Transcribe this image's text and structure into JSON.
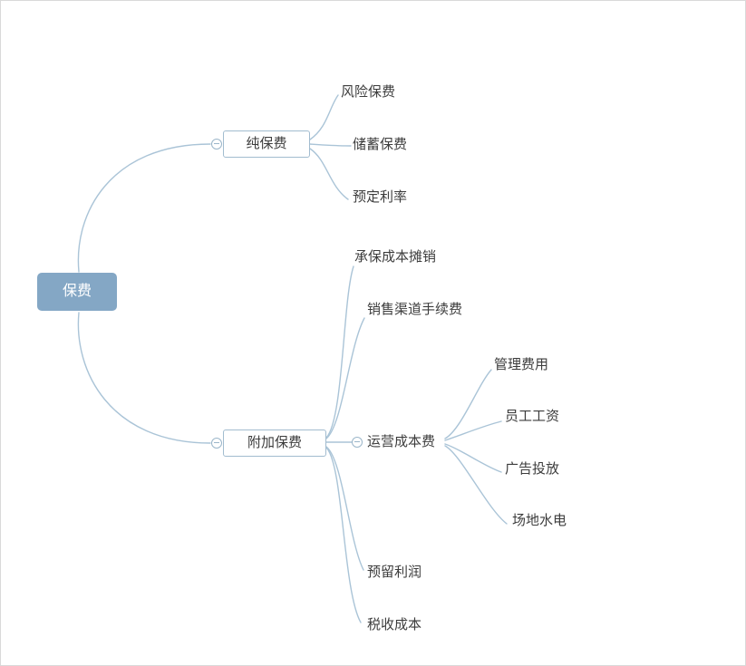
{
  "mindmap": {
    "root": {
      "label": "保费"
    },
    "branches": [
      {
        "label": "纯保费",
        "children": [
          {
            "label": "风险保费"
          },
          {
            "label": "储蓄保费"
          },
          {
            "label": "预定利率"
          }
        ]
      },
      {
        "label": "附加保费",
        "children": [
          {
            "label": "承保成本摊销"
          },
          {
            "label": "销售渠道手续费"
          },
          {
            "label": "运营成本费",
            "children": [
              {
                "label": "管理费用"
              },
              {
                "label": "员工工资"
              },
              {
                "label": "广告投放"
              },
              {
                "label": "场地水电"
              }
            ]
          },
          {
            "label": "预留利润"
          },
          {
            "label": "税收成本"
          }
        ]
      }
    ]
  },
  "icons": {
    "collapse": "minus-circle-icon"
  },
  "colors": {
    "root_fill": "#84a7c5",
    "root_text": "#ffffff",
    "branch_border": "#a2bccf",
    "node_text": "#3c3c3c",
    "connector": "#aac4d7",
    "canvas_border": "#d9d9d9",
    "background": "#ffffff"
  }
}
